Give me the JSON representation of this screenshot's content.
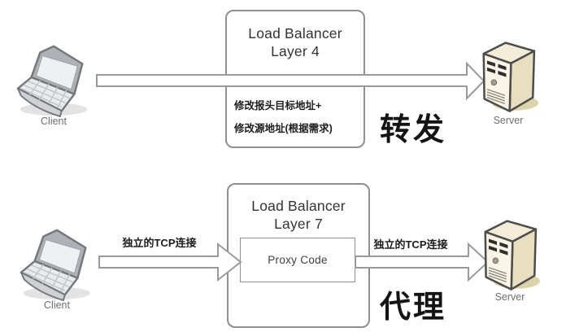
{
  "diagram": {
    "title_hint": "Load balancer L4 forwarding vs L7 proxy",
    "colors": {
      "background": "#ffffff",
      "box_border": "#8f8f8f",
      "arrow_stroke": "#9a9a9a",
      "arrow_fill": "#ffffff",
      "text_dark": "#1c1c1c",
      "caption_gray": "#6e6e6e",
      "server_beige": "#e7dfc0"
    },
    "rows": [
      {
        "id": "layer4",
        "client_label": "Client",
        "server_label": "Server",
        "box_title_line1": "Load Balancer",
        "box_title_line2": "Layer 4",
        "note_line1": "修改报头目标地址+",
        "note_line2": "修改源地址(根据需求)",
        "mode_label": "转发"
      },
      {
        "id": "layer7",
        "client_label": "Client",
        "server_label": "Server",
        "box_title_line1": "Load Balancer",
        "box_title_line2": "Layer 7",
        "inner_box_label": "Proxy Code",
        "left_arrow_label": "独立的TCP连接",
        "right_arrow_label": "独立的TCP连接",
        "mode_label": "代理"
      }
    ]
  }
}
